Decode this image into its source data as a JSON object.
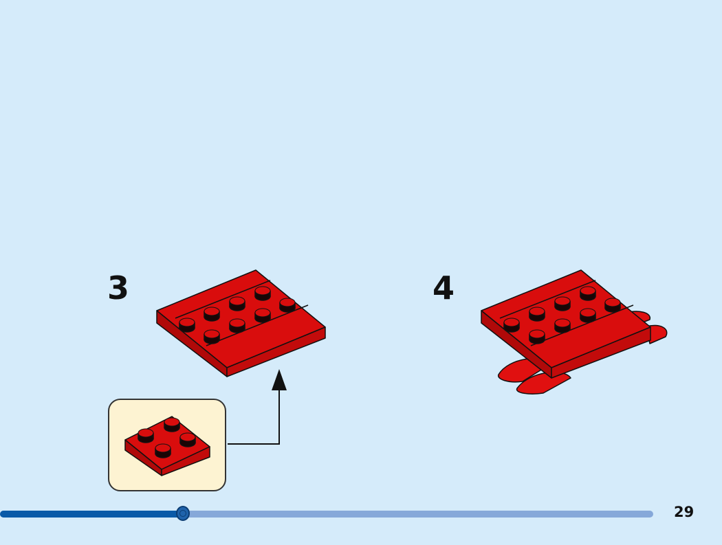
{
  "steps": [
    {
      "number": "3"
    },
    {
      "number": "4"
    }
  ],
  "page_number": "29",
  "progress": {
    "fraction": 0.28
  },
  "colors": {
    "background": "#d5ebfa",
    "brick": "#d90d0d",
    "callout": "#fdf3d2",
    "progress_fill": "#0a5aa8",
    "progress_track": "#86a8d9"
  }
}
